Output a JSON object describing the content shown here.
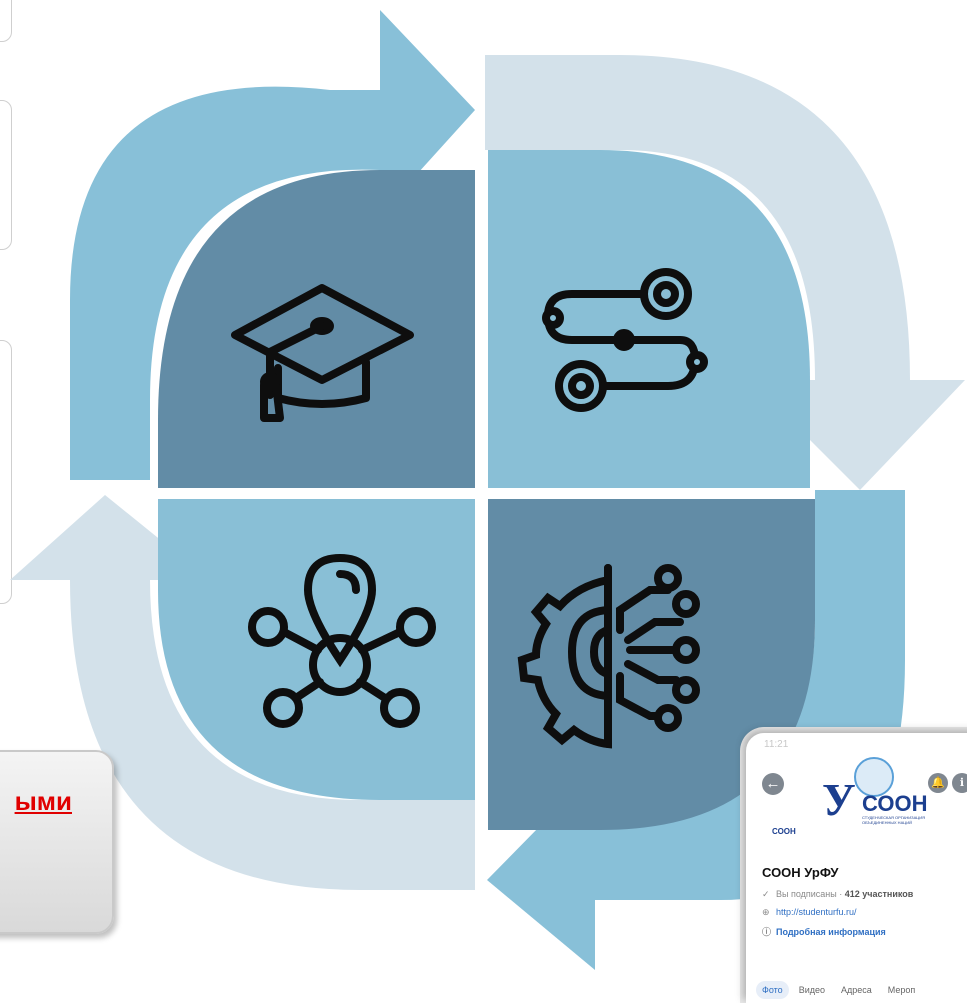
{
  "colors": {
    "arrow_mid": "#88C0D8",
    "arrow_light": "#D3E1EA",
    "quad_dark": "#628CA6",
    "quad_light": "#89BFD6",
    "icon_stroke": "#0e0e0e"
  },
  "quadrants": [
    {
      "icon": "graduation-cap-icon"
    },
    {
      "icon": "route-path-icon"
    },
    {
      "icon": "location-network-icon"
    },
    {
      "icon": "gear-circuit-icon"
    }
  ],
  "red_button": {
    "label": "ыми"
  },
  "phone": {
    "status_time": "11:21",
    "logo_text": "СООН",
    "logo_subtitle": "СТУДЕНЧЕСКАЯ ОРГАНИЗАЦИЯ ОБЪЕДИНЕННЫХ НАЦИЙ",
    "small_logo_text": "СООН",
    "group_name": "СООН УрФУ",
    "subscribed_prefix": "Вы подписаны · ",
    "members_count": "412 участников",
    "url": "http://studenturfu.ru/",
    "more_info": "Подробная информация",
    "tabs": [
      "Фото",
      "Видео",
      "Адреса",
      "Мероп"
    ]
  }
}
